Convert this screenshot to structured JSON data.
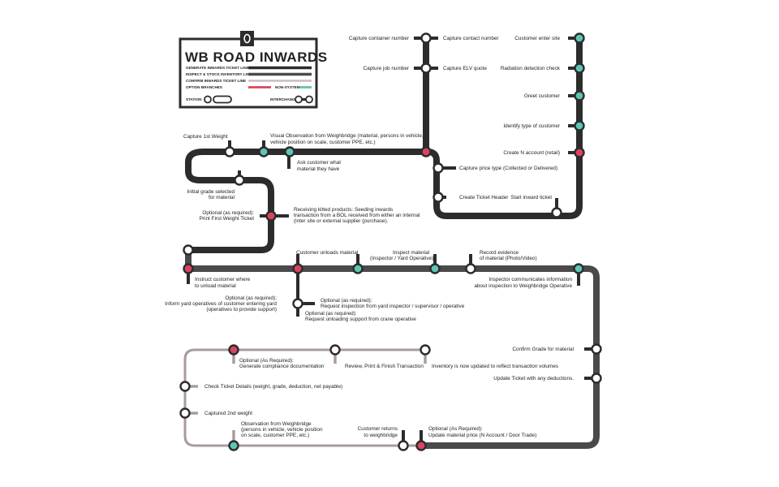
{
  "colors": {
    "line_main": "#2c2c2c",
    "line_confirm": "#a89aa0",
    "station_fill": "#ffffff",
    "optional": "#d9455f",
    "non_system": "#5cc7b2",
    "background": "#ffffff"
  },
  "legend": {
    "title": "WB ROAD INWARDS",
    "generate_line": "GENERATE INWARDS TICKET LINE",
    "inspect_line": "INSPECT & STOCK INVENTORY LINE",
    "confirm_line": "CONFIRM INWARDS TICKET LINE",
    "option_branches": "OPTION BRANCHES",
    "non_system": "NON-SYSTEM",
    "station": "STATION",
    "interchange": "INTERCHANGE"
  },
  "stations": {
    "s1": "Customer enter site",
    "s2": "Radiation detection check",
    "s3": "Greet customer",
    "s4": "Identify type of customer",
    "s5": "Create N account (retail)",
    "s6": "Start inward ticket",
    "s7": "Create Ticket Header",
    "s8": "Capture price type (Collected or Delivered)",
    "s9a": "Capture container number",
    "s9b": "Capture contact number",
    "s10a": "Capture job number",
    "s10b": "Capture ELV quote",
    "s11_1": "Visual Observation from Weighbridge (material, persons in vehicle,",
    "s11_2": "vehicle position on scale, customer PPE, etc.)",
    "s12_1": "Ask customer what",
    "s12_2": "material they have",
    "s13": "Capture 1st Weight",
    "s14_1": "Initial grade selected",
    "s14_2": "for material",
    "s15_1": "Optional (as required):",
    "s15_2": "Print First Weight Ticket",
    "s16_1": "Receiving kitted products: Seeding inwards",
    "s16_2": "transaction from a BOL received from either an internal",
    "s16_3": "(inter site or external supplier (purchase).",
    "s17_1": "Instruct customer where",
    "s17_2": "to unload material",
    "s18_1": "Optional (as required):",
    "s18_2": "Inform yard operatives of customer entering yard",
    "s18_3": "(operatives to provide support)",
    "s19": "Customer unloads material",
    "s20_1": "Optional (as required):",
    "s20_2": "Request inspection from yard inspector / supervisor / operative",
    "s21_1": "Optional (as required):",
    "s21_2": "Request unloading support from crane operative",
    "s22_1": "Inspect material",
    "s22_2": "(Inspector / Yard Operative)",
    "s23_1": "Record evidence",
    "s23_2": "of material (Photo/Video)",
    "s24_1": "Inspector communicates information",
    "s24_2": "about inspection to Weighbridge Operative",
    "s25": "Confirm Grade for material",
    "s26": "Update Ticket with any deductions.",
    "s27_1": "Optional (As Required):",
    "s27_2": "Update material price (N Account / Door Trade)",
    "s28_1": "Customer returns",
    "s28_2": "to weighbridge",
    "s29_1": "Observation from Weighbridge",
    "s29_2": "(persons in vehicle, vehicle position",
    "s29_3": "on scale, customer PPE, etc.)",
    "s30": "Captured 2nd weight",
    "s31": "Check Ticket Details (weight, grade, deduction, net payable)",
    "s32_1": "Optional (As Required):",
    "s32_2": "Generate compliance documentation",
    "s33": "Review, Print & Finish Transaction",
    "s34": "Inventory is now updated to reflect transaction volumes"
  }
}
